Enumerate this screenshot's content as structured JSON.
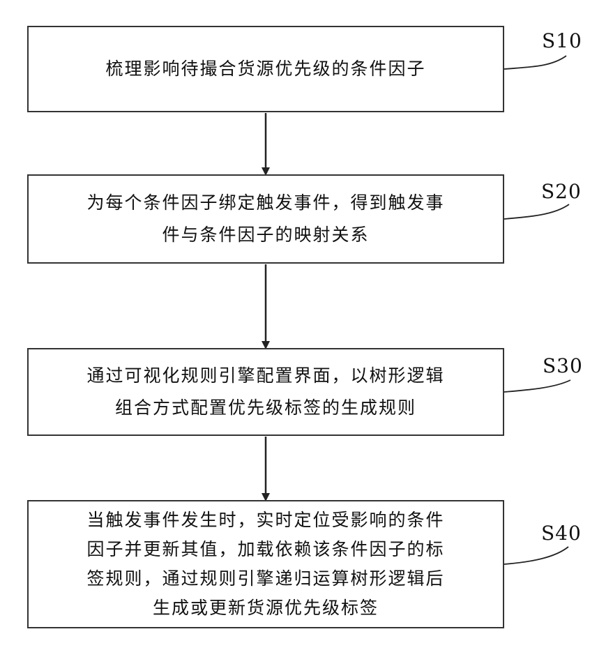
{
  "steps": [
    {
      "id": "S10",
      "text": "梳理影响待撮合货源优先级的条件因子"
    },
    {
      "id": "S20",
      "text": "为每个条件因子绑定触发事件，得到触发事\n件与条件因子的映射关系"
    },
    {
      "id": "S30",
      "text": "通过可视化规则引擎配置界面，以树形逻辑\n组合方式配置优先级标签的生成规则"
    },
    {
      "id": "S40",
      "text": "当触发事件发生时，实时定位受影响的条件\n因子并更新其值，加载依赖该条件因子的标\n签规则，通过规则引擎递归运算树形逻辑后\n生成或更新货源优先级标签"
    }
  ]
}
